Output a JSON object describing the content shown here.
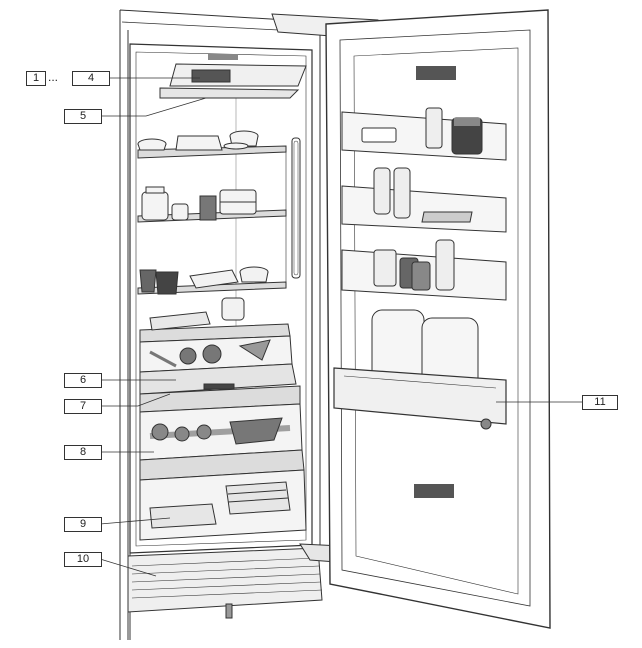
{
  "labels": {
    "l1": "1",
    "sep": "...",
    "l4": "4",
    "l5": "5",
    "l6": "6",
    "l7": "7",
    "l8": "8",
    "l9": "9",
    "l10": "10",
    "l11": "11"
  },
  "colors": {
    "line": "#333333",
    "glass": "#d9d9d9",
    "shade": "#c8c8c8",
    "light_shade": "#ececec"
  }
}
